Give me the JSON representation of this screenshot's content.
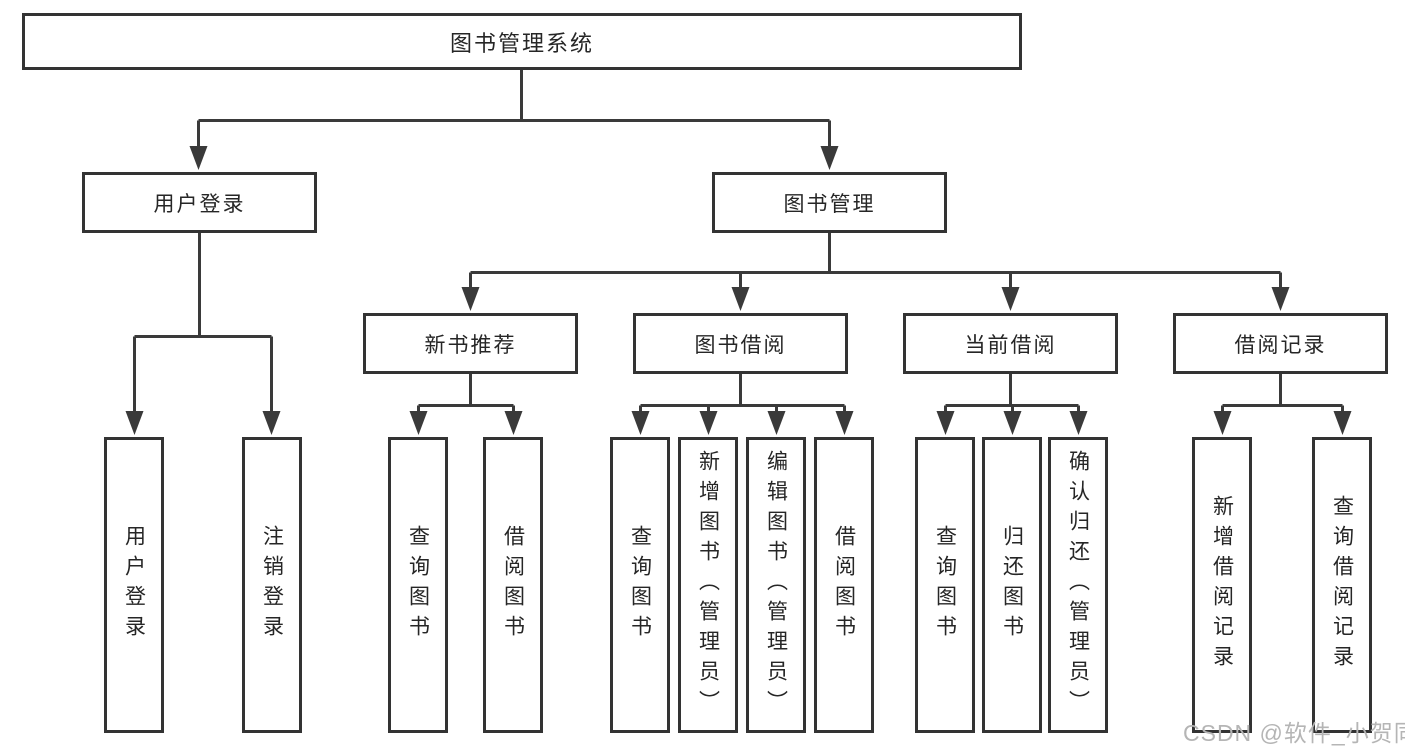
{
  "diagram": {
    "root": {
      "label": "图书管理系统"
    },
    "branches": [
      {
        "label": "用户登录",
        "children": [
          {
            "label": "用户登录"
          },
          {
            "label": "注销登录"
          }
        ]
      },
      {
        "label": "图书管理",
        "groups": [
          {
            "label": "新书推荐",
            "children": [
              {
                "label": "查询图书"
              },
              {
                "label": "借阅图书"
              }
            ]
          },
          {
            "label": "图书借阅",
            "children": [
              {
                "label": "查询图书"
              },
              {
                "label": "新增图书（管理员）"
              },
              {
                "label": "编辑图书（管理员）"
              },
              {
                "label": "借阅图书"
              }
            ]
          },
          {
            "label": "当前借阅",
            "children": [
              {
                "label": "查询图书"
              },
              {
                "label": "归还图书"
              },
              {
                "label": "确认归还（管理员）"
              }
            ]
          },
          {
            "label": "借阅记录",
            "children": [
              {
                "label": "新增借阅记录"
              },
              {
                "label": "查询借阅记录"
              }
            ]
          }
        ]
      }
    ]
  },
  "watermark": "CSDN @软件_小贺同学",
  "colors": {
    "line": "#3a3a3a",
    "border": "#333333",
    "text": "#262626",
    "watermark": "#b5b5b5",
    "background": "#ffffff"
  }
}
